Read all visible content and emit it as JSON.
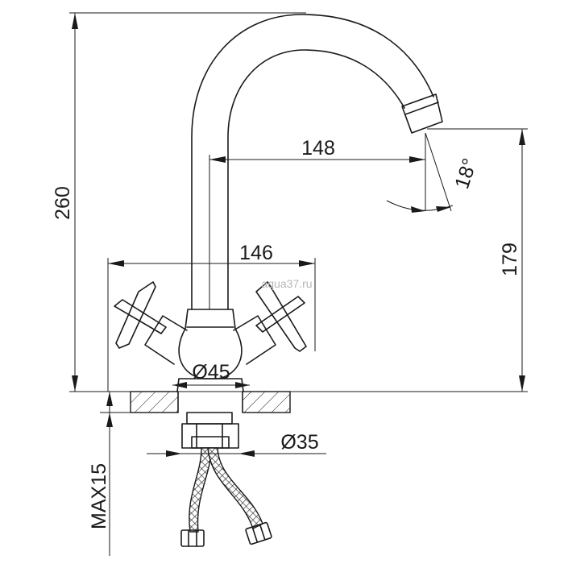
{
  "dimensions": {
    "total_height": "260",
    "spout_reach": "148",
    "spout_angle": "18°",
    "handle_span": "146",
    "spout_height": "179",
    "base_diameter": "Ø45",
    "mount_hole_diameter": "Ø35",
    "max_counter_thickness": "MAX15"
  },
  "watermark": "aqua37.ru"
}
